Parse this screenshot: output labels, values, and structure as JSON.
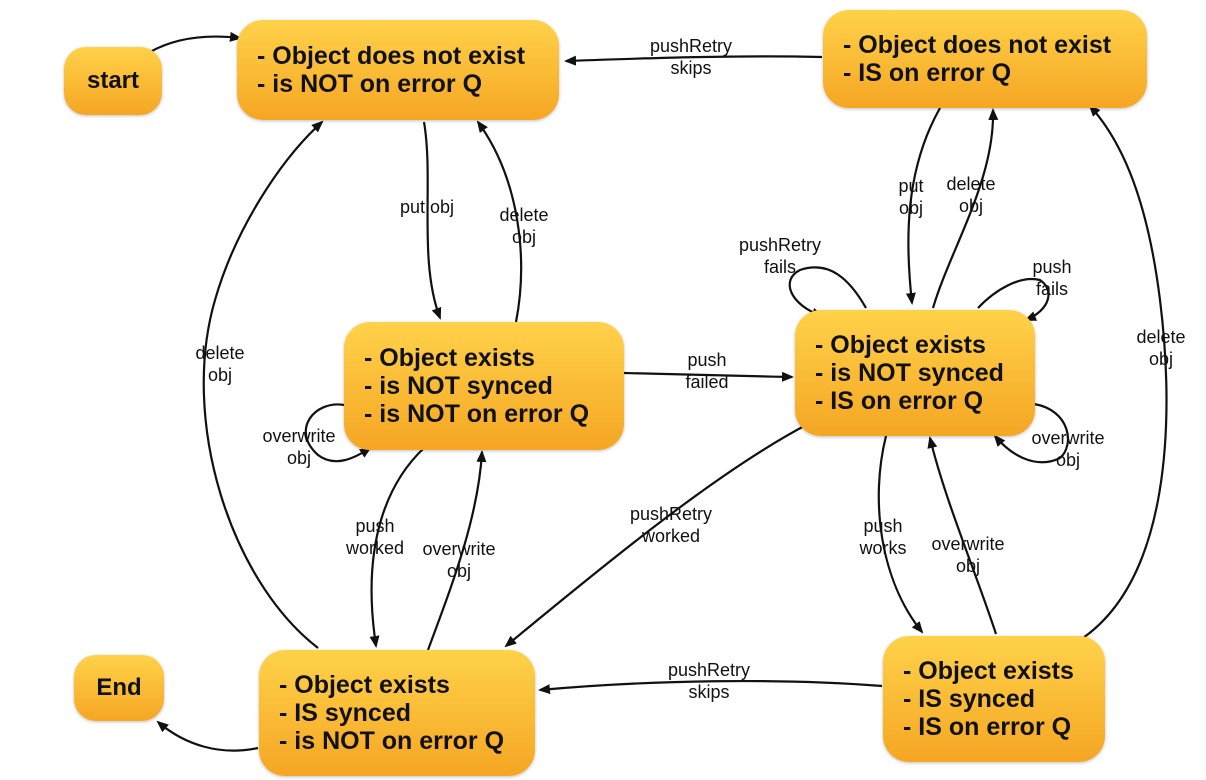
{
  "nodes": {
    "start": {
      "lines": [
        "start"
      ]
    },
    "end": {
      "lines": [
        "End"
      ]
    },
    "s1": {
      "lines": [
        "- Object does not exist",
        "- is NOT on error Q"
      ]
    },
    "s2": {
      "lines": [
        "- Object does not exist",
        "- IS on error Q"
      ]
    },
    "s3": {
      "lines": [
        "- Object exists",
        "- is NOT synced",
        "- is NOT on error Q"
      ]
    },
    "s4": {
      "lines": [
        "- Object exists",
        "- is NOT synced",
        "- IS on error Q"
      ]
    },
    "s5": {
      "lines": [
        "- Object exists",
        "- IS synced",
        "- is NOT on error Q"
      ]
    },
    "s6": {
      "lines": [
        "- Object exists",
        "- IS synced",
        "- IS on error Q"
      ]
    }
  },
  "edges": {
    "s2_s1": [
      "pushRetry",
      "skips"
    ],
    "s1_s3_put": [
      "put obj"
    ],
    "s3_s1_delete": [
      "delete",
      "obj"
    ],
    "s5_s1_delete": [
      "delete",
      "obj"
    ],
    "s3_self_overwrite": [
      "overwrite",
      "obj"
    ],
    "s3_s4_push": [
      "push",
      "failed"
    ],
    "s2_s4_put": [
      "put",
      "obj"
    ],
    "s4_s2_delete": [
      "delete",
      "obj"
    ],
    "s4_self_pushretry": [
      "pushRetry",
      "fails"
    ],
    "s4_self_push": [
      "push",
      "fails"
    ],
    "s4_self_overwrite": [
      "overwrite",
      "obj"
    ],
    "s6_s2_delete": [
      "delete",
      "obj"
    ],
    "s3_s5_push": [
      "push",
      "worked"
    ],
    "s5_s3_overwrite": [
      "overwrite",
      "obj"
    ],
    "s4_s5_pushretry": [
      "pushRetry",
      "worked"
    ],
    "s4_s6_push": [
      "push",
      "works"
    ],
    "s6_s4_overwrite": [
      "overwrite",
      "obj"
    ],
    "s6_s5_pushretry": [
      "pushRetry",
      "skips"
    ]
  }
}
